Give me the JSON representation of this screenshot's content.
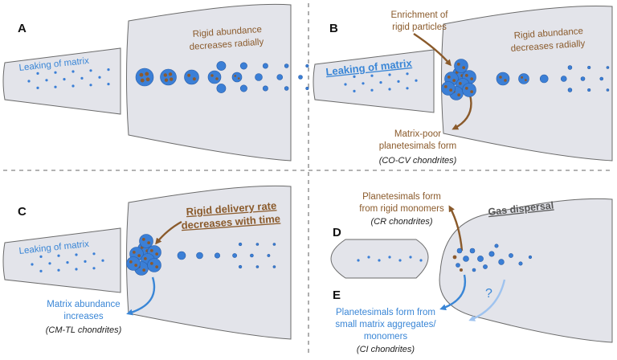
{
  "colors": {
    "shape_fill": "#e3e4ea",
    "shape_stroke": "#6b6b6b",
    "particle_blue": "#3b7fd6",
    "particle_brown": "#8c5a2e",
    "label_brown": "#8a5a2b",
    "label_blue": "#3a86d6",
    "divider": "#9a9a9a"
  },
  "panels": {
    "A": {
      "letter": "A",
      "leak_label": "Leaking of matrix",
      "rigid_line1": "Rigid abundance",
      "rigid_line2": "decreases radially"
    },
    "B": {
      "letter": "B",
      "enrich_line1": "Enrichment of",
      "enrich_line2": "rigid particles",
      "rigid_line1": "Rigid abundance",
      "rigid_line2": "decreases radially",
      "leak_label": "Leaking of matrix",
      "poor_line1": "Matrix-poor",
      "poor_line2": "planetesimals form",
      "poor_line3": "(CO-CV chondrites)"
    },
    "C": {
      "letter": "C",
      "leak_label": "Leaking of matrix",
      "delivery_line1": "Rigid delivery rate",
      "delivery_line2": "decreases with time",
      "matrix_line1": "Matrix abundance",
      "matrix_line2": "increases",
      "matrix_line3": "(CM-TL chondrites)"
    },
    "D": {
      "letter": "D",
      "plan_line1": "Planetesimals form",
      "plan_line2": "from rigid monomers",
      "plan_line3": "(CR chondrites)",
      "gas_label": "Gas dispersal"
    },
    "E": {
      "letter": "E",
      "question": "?",
      "line1": "Planetesimals form from",
      "line2": "small matrix aggregates/",
      "line3": "monomers",
      "line4": "(CI chondrites)"
    }
  }
}
